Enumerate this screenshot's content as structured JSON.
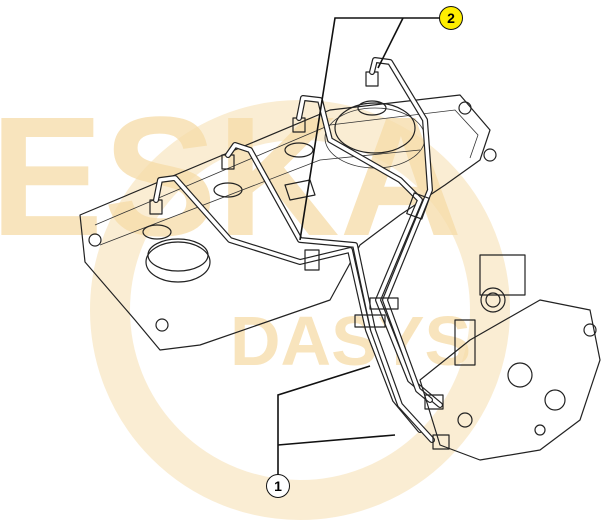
{
  "diagram": {
    "watermark": "ESKA DASYS",
    "callouts": [
      {
        "label": "1",
        "highlight": "#ffffff"
      },
      {
        "label": "2",
        "highlight": "#ffee00"
      }
    ]
  }
}
